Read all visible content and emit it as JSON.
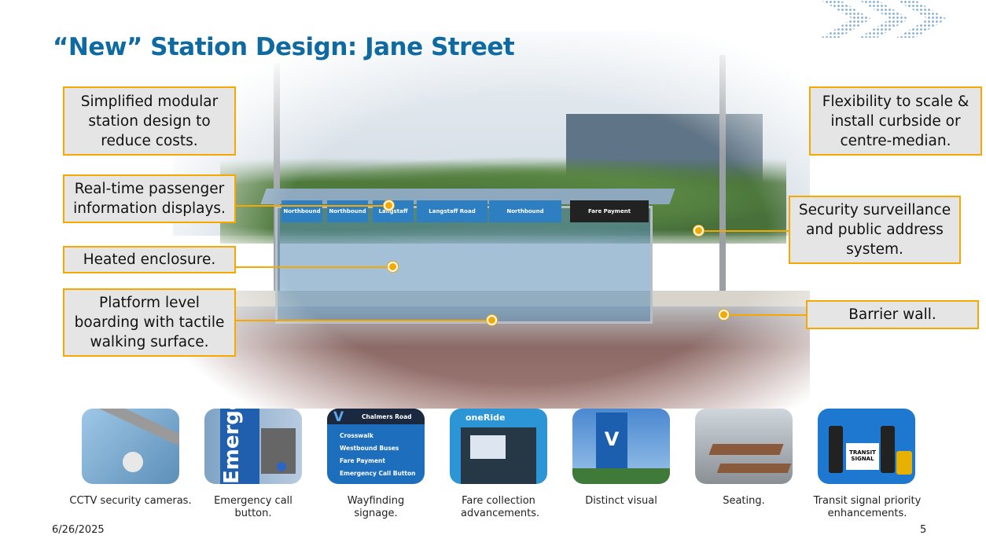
{
  "title": "“New” Station Design: Jane Street",
  "callouts": [
    "Simplified modular station design to reduce costs.",
    "Real-time passenger information displays.",
    "Heated enclosure.",
    "Platform level boarding with tactile walking surface.",
    "Flexibility to scale & install curbside or centre-median.",
    "Security surveillance and public address system.",
    "Barrier wall."
  ],
  "scene_signs": [
    "Northbound",
    "Northbound",
    "Langstaff",
    "Langstaff Road",
    "Northbound",
    "Fare Payment"
  ],
  "features": [
    {
      "caption": "CCTV security cameras.",
      "img_text": ""
    },
    {
      "caption": "Emergency call button.",
      "img_text": "Emerge"
    },
    {
      "caption": "Wayfinding signage.",
      "img_text": "Chalmers Road",
      "sign_items": [
        "Crosswalk",
        "Westbound Buses",
        "Fare Payment",
        "Emergency Call Button"
      ]
    },
    {
      "caption": "Fare collection advancements.",
      "img_text": "oneRide"
    },
    {
      "caption": "Distinct visual",
      "img_text": "V"
    },
    {
      "caption": "Seating.",
      "img_text": ""
    },
    {
      "caption": "Transit signal priority enhancements.",
      "img_text": "TRANSIT SIGNAL"
    }
  ],
  "footer": {
    "date": "6/26/2025",
    "page": "5"
  },
  "colors": {
    "title": "#0e6aa0",
    "callout_border": "#f5a800",
    "callout_fill": "#e5e5e5",
    "brand_blue": "#2d7fc1"
  }
}
